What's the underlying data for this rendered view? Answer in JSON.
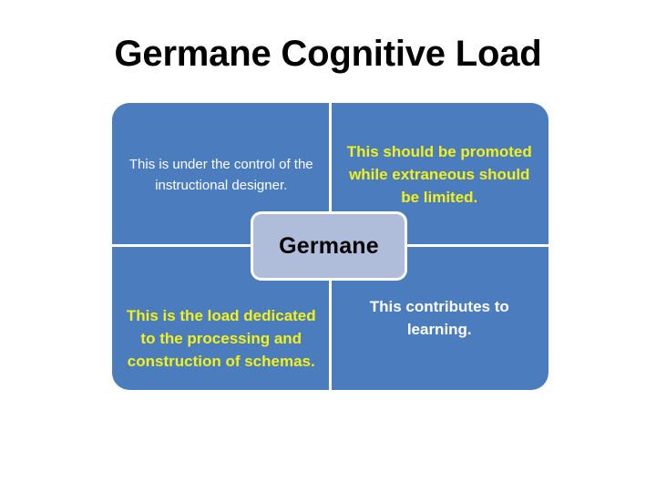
{
  "slide": {
    "title": "Germane Cognitive Load",
    "background_color": "#ffffff"
  },
  "diagram": {
    "type": "four-quadrant-matrix",
    "quadrant_fill_color": "#4b7cbe",
    "divider_color": "#ffffff",
    "center": {
      "label": "Germane",
      "fill_color": "#afbcda",
      "border_color": "#ffffff",
      "text_color": "#000000"
    },
    "quadrants": [
      {
        "position": "top-left",
        "text": "This is under the control of the instructional designer.",
        "text_color": "#ffffff",
        "emphasis": "normal"
      },
      {
        "position": "top-right",
        "text": "This should be promoted while extraneous  should be limited.",
        "text_color": "#f2f21a",
        "emphasis": "bold"
      },
      {
        "position": "bottom-left",
        "text": "This is the load dedicated to the processing and construction of schemas.",
        "text_color": "#f2f21a",
        "emphasis": "bold"
      },
      {
        "position": "bottom-right",
        "text": "This contributes to learning.",
        "text_color": "#ffffff",
        "emphasis": "bold"
      }
    ]
  }
}
